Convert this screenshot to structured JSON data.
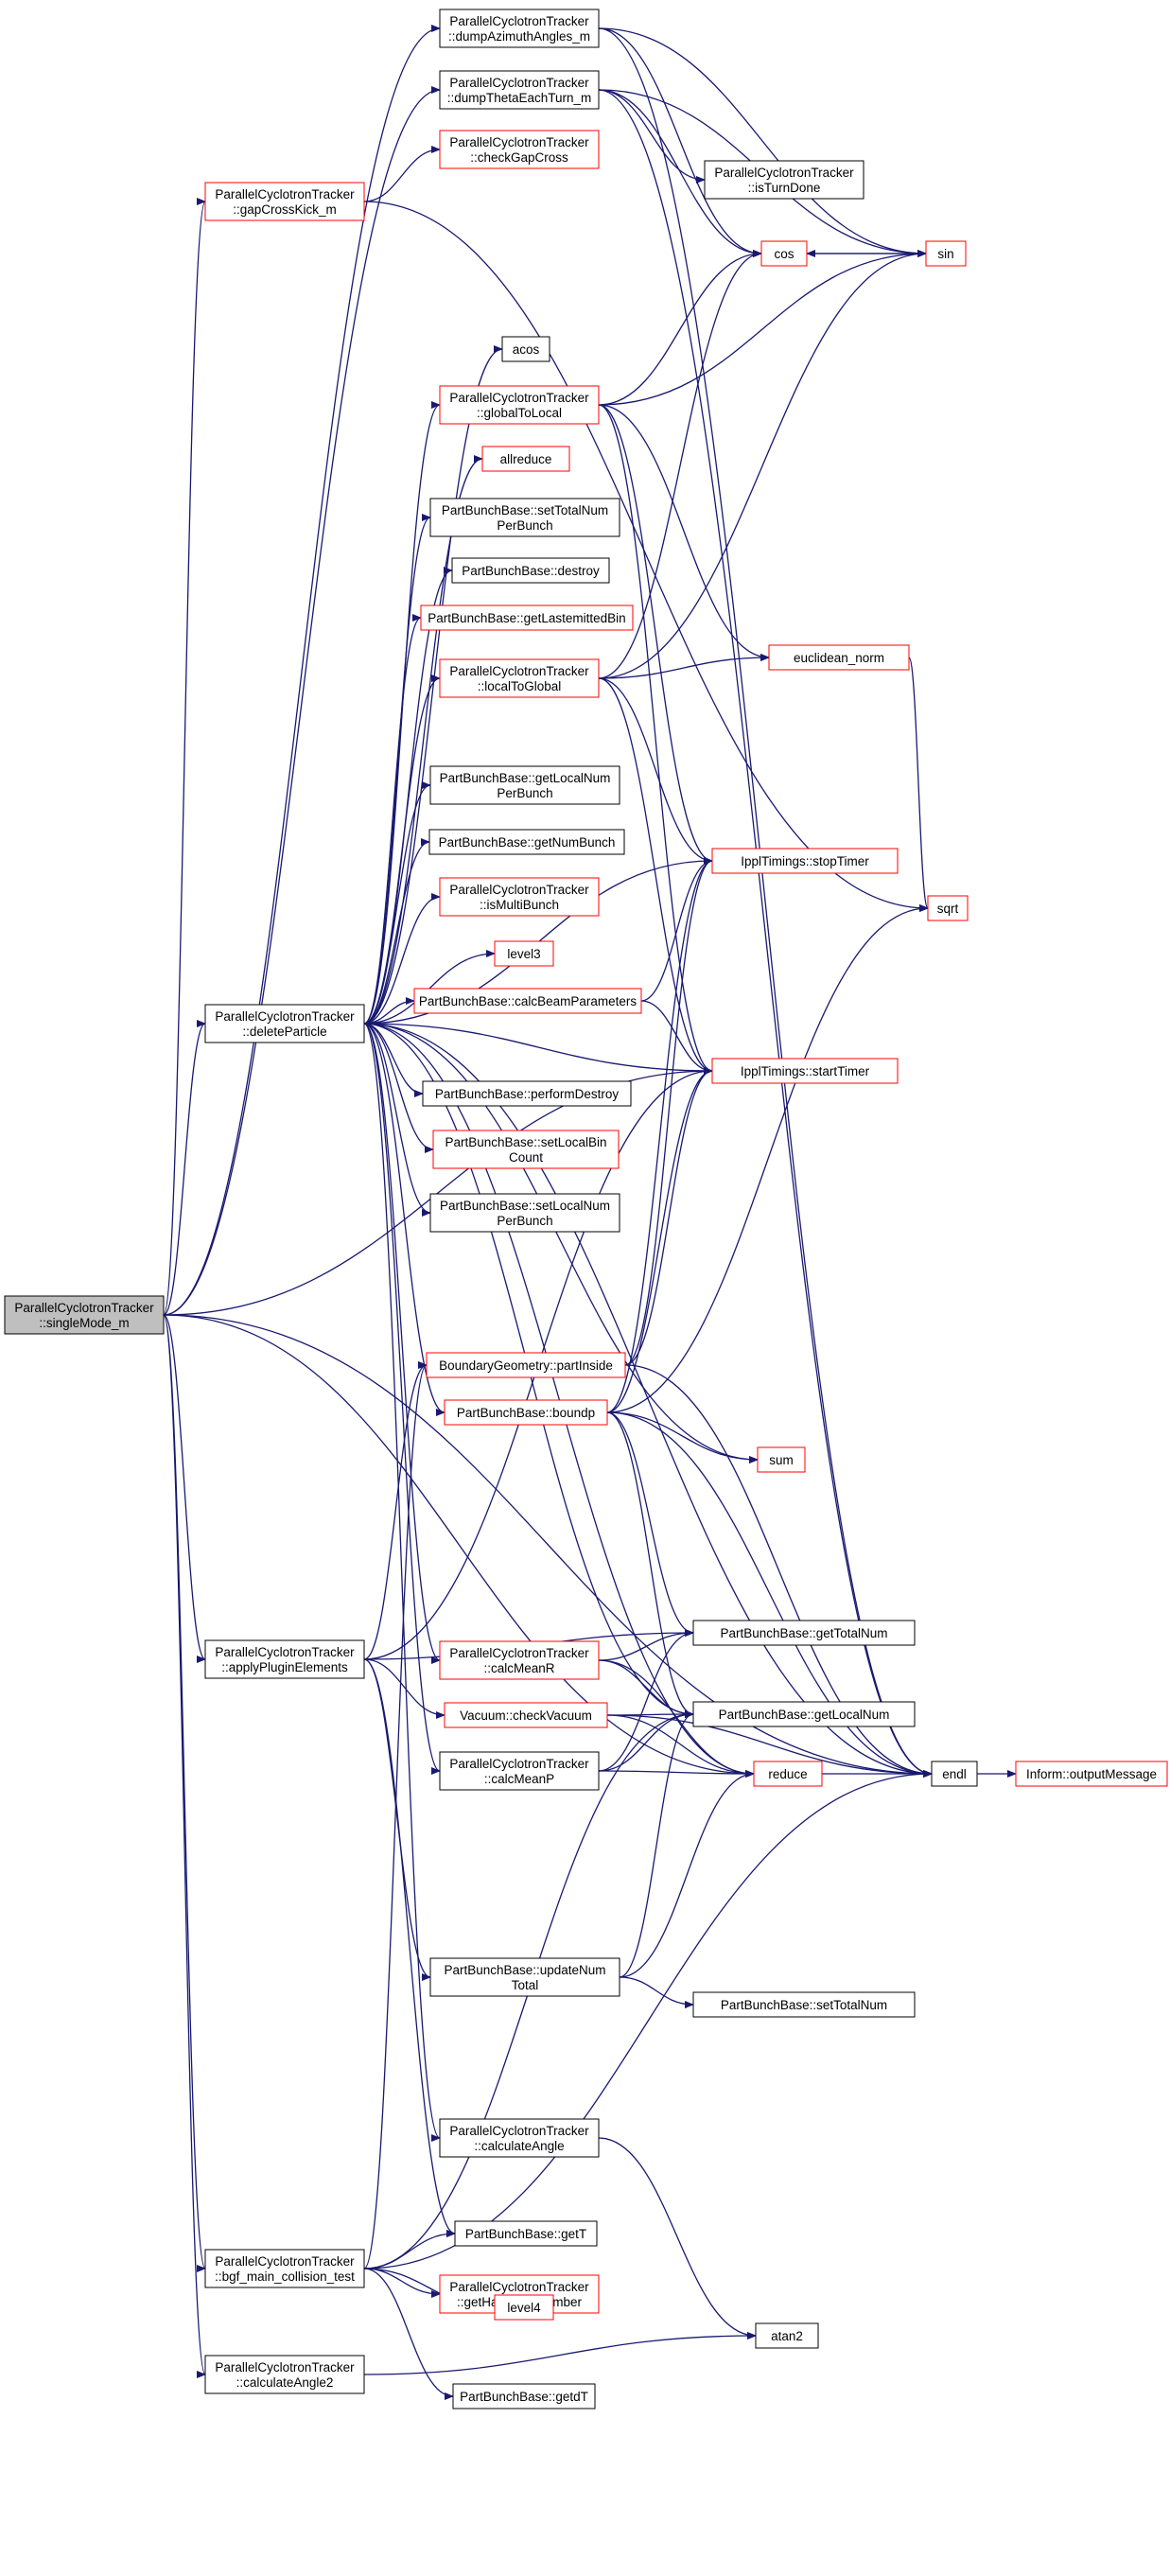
{
  "colors": {
    "edge": "#191970",
    "root_fill": "#bfbfbf",
    "node_fill": "#ffffff",
    "normal_border": "#000000",
    "truncated_border": "#ff0000",
    "text": "#000000"
  },
  "nodes": [
    {
      "id": "singleMode",
      "lines": [
        "ParallelCyclotronTracker",
        "::singleMode_m"
      ],
      "style": "root"
    },
    {
      "id": "deleteParticle",
      "lines": [
        "ParallelCyclotronTracker",
        "::deleteParticle"
      ],
      "style": "normal"
    },
    {
      "id": "applyPluginElements",
      "lines": [
        "ParallelCyclotronTracker",
        "::applyPluginElements"
      ],
      "style": "normal"
    },
    {
      "id": "bgf",
      "lines": [
        "ParallelCyclotronTracker",
        "::bgf_main_collision_test"
      ],
      "style": "normal"
    },
    {
      "id": "calculateAngle2",
      "lines": [
        "ParallelCyclotronTracker",
        "::calculateAngle2"
      ],
      "style": "normal"
    },
    {
      "id": "gapCrossKick",
      "lines": [
        "ParallelCyclotronTracker",
        "::gapCrossKick_m"
      ],
      "style": "truncated"
    },
    {
      "id": "dumpAzimuth",
      "lines": [
        "ParallelCyclotronTracker",
        "::dumpAzimuthAngles_m"
      ],
      "style": "normal"
    },
    {
      "id": "dumpTheta",
      "lines": [
        "ParallelCyclotronTracker",
        "::dumpThetaEachTurn_m"
      ],
      "style": "normal"
    },
    {
      "id": "checkGapCross",
      "lines": [
        "ParallelCyclotronTracker",
        "::checkGapCross"
      ],
      "style": "truncated"
    },
    {
      "id": "isTurnDone",
      "lines": [
        "ParallelCyclotronTracker",
        "::isTurnDone"
      ],
      "style": "normal"
    },
    {
      "id": "acos",
      "lines": [
        "acos"
      ],
      "style": "normal"
    },
    {
      "id": "globalToLocal",
      "lines": [
        "ParallelCyclotronTracker",
        "::globalToLocal"
      ],
      "style": "truncated"
    },
    {
      "id": "allreduce",
      "lines": [
        "allreduce"
      ],
      "style": "truncated"
    },
    {
      "id": "setTotalNumPerBunch",
      "lines": [
        "PartBunchBase::setTotalNum",
        "PerBunch"
      ],
      "style": "normal"
    },
    {
      "id": "destroy",
      "lines": [
        "PartBunchBase::destroy"
      ],
      "style": "normal"
    },
    {
      "id": "getLastemittedBin",
      "lines": [
        "PartBunchBase::getLastemittedBin"
      ],
      "style": "truncated"
    },
    {
      "id": "localToGlobal",
      "lines": [
        "ParallelCyclotronTracker",
        "::localToGlobal"
      ],
      "style": "truncated"
    },
    {
      "id": "getLocalNumPerBunch",
      "lines": [
        "PartBunchBase::getLocalNum",
        "PerBunch"
      ],
      "style": "normal"
    },
    {
      "id": "getNumBunch",
      "lines": [
        "PartBunchBase::getNumBunch"
      ],
      "style": "normal"
    },
    {
      "id": "isMultiBunch",
      "lines": [
        "ParallelCyclotronTracker",
        "::isMultiBunch"
      ],
      "style": "truncated"
    },
    {
      "id": "level3",
      "lines": [
        "level3"
      ],
      "style": "truncated"
    },
    {
      "id": "calcBeamParameters",
      "lines": [
        "PartBunchBase::calcBeamParameters"
      ],
      "style": "truncated"
    },
    {
      "id": "performDestroy",
      "lines": [
        "PartBunchBase::performDestroy"
      ],
      "style": "normal"
    },
    {
      "id": "setLocalBinCount",
      "lines": [
        "PartBunchBase::setLocalBin",
        "Count"
      ],
      "style": "truncated"
    },
    {
      "id": "setLocalNumPerBunch",
      "lines": [
        "PartBunchBase::setLocalNum",
        "PerBunch"
      ],
      "style": "normal"
    },
    {
      "id": "partInside",
      "lines": [
        "BoundaryGeometry::partInside"
      ],
      "style": "truncated"
    },
    {
      "id": "boundp",
      "lines": [
        "PartBunchBase::boundp"
      ],
      "style": "truncated"
    },
    {
      "id": "calcMeanR",
      "lines": [
        "ParallelCyclotronTracker",
        "::calcMeanR"
      ],
      "style": "truncated"
    },
    {
      "id": "checkVacuum",
      "lines": [
        "Vacuum::checkVacuum"
      ],
      "style": "truncated"
    },
    {
      "id": "calcMeanP",
      "lines": [
        "ParallelCyclotronTracker",
        "::calcMeanP"
      ],
      "style": "normal"
    },
    {
      "id": "updateNumTotal",
      "lines": [
        "PartBunchBase::updateNum",
        "Total"
      ],
      "style": "normal"
    },
    {
      "id": "calculateAngle",
      "lines": [
        "ParallelCyclotronTracker",
        "::calculateAngle"
      ],
      "style": "normal"
    },
    {
      "id": "getT",
      "lines": [
        "PartBunchBase::getT"
      ],
      "style": "normal"
    },
    {
      "id": "getHarmonicNumber",
      "lines": [
        "ParallelCyclotronTracker",
        "::getHarmonicNumber"
      ],
      "style": "truncated"
    },
    {
      "id": "level4",
      "lines": [
        "level4"
      ],
      "style": "truncated"
    },
    {
      "id": "getdT",
      "lines": [
        "PartBunchBase::getdT"
      ],
      "style": "normal"
    },
    {
      "id": "cos",
      "lines": [
        "cos"
      ],
      "style": "truncated"
    },
    {
      "id": "sin",
      "lines": [
        "sin"
      ],
      "style": "truncated"
    },
    {
      "id": "euclidean_norm",
      "lines": [
        "euclidean_norm"
      ],
      "style": "truncated"
    },
    {
      "id": "stopTimer",
      "lines": [
        "IpplTimings::stopTimer"
      ],
      "style": "truncated"
    },
    {
      "id": "startTimer",
      "lines": [
        "IpplTimings::startTimer"
      ],
      "style": "truncated"
    },
    {
      "id": "sqrt",
      "lines": [
        "sqrt"
      ],
      "style": "truncated"
    },
    {
      "id": "sum",
      "lines": [
        "sum"
      ],
      "style": "truncated"
    },
    {
      "id": "getTotalNum",
      "lines": [
        "PartBunchBase::getTotalNum"
      ],
      "style": "normal"
    },
    {
      "id": "getLocalNum",
      "lines": [
        "PartBunchBase::getLocalNum"
      ],
      "style": "normal"
    },
    {
      "id": "reduce",
      "lines": [
        "reduce"
      ],
      "style": "truncated"
    },
    {
      "id": "setTotalNum",
      "lines": [
        "PartBunchBase::setTotalNum"
      ],
      "style": "normal"
    },
    {
      "id": "atan2",
      "lines": [
        "atan2"
      ],
      "style": "normal"
    },
    {
      "id": "endl",
      "lines": [
        "endl"
      ],
      "style": "normal"
    },
    {
      "id": "outputMessage",
      "lines": [
        "Inform::outputMessage"
      ],
      "style": "truncated"
    }
  ],
  "edges": [
    [
      "singleMode",
      "dumpAzimuth"
    ],
    [
      "singleMode",
      "dumpTheta"
    ],
    [
      "singleMode",
      "gapCrossKick"
    ],
    [
      "singleMode",
      "deleteParticle"
    ],
    [
      "singleMode",
      "applyPluginElements"
    ],
    [
      "singleMode",
      "bgf"
    ],
    [
      "singleMode",
      "calculateAngle2"
    ],
    [
      "singleMode",
      "startTimer"
    ],
    [
      "singleMode",
      "reduce"
    ],
    [
      "singleMode",
      "endl"
    ],
    [
      "gapCrossKick",
      "checkGapCross"
    ],
    [
      "gapCrossKick",
      "sqrt"
    ],
    [
      "dumpAzimuth",
      "sin"
    ],
    [
      "dumpAzimuth",
      "cos"
    ],
    [
      "dumpAzimuth",
      "endl"
    ],
    [
      "dumpTheta",
      "isTurnDone"
    ],
    [
      "dumpTheta",
      "cos"
    ],
    [
      "dumpTheta",
      "sin"
    ],
    [
      "dumpTheta",
      "endl"
    ],
    [
      "deleteParticle",
      "acos"
    ],
    [
      "deleteParticle",
      "globalToLocal"
    ],
    [
      "deleteParticle",
      "allreduce"
    ],
    [
      "deleteParticle",
      "setTotalNumPerBunch"
    ],
    [
      "deleteParticle",
      "destroy"
    ],
    [
      "deleteParticle",
      "getLastemittedBin"
    ],
    [
      "deleteParticle",
      "localToGlobal"
    ],
    [
      "deleteParticle",
      "getLocalNumPerBunch"
    ],
    [
      "deleteParticle",
      "getNumBunch"
    ],
    [
      "deleteParticle",
      "isMultiBunch"
    ],
    [
      "deleteParticle",
      "level3"
    ],
    [
      "deleteParticle",
      "calcBeamParameters"
    ],
    [
      "deleteParticle",
      "performDestroy"
    ],
    [
      "deleteParticle",
      "setLocalBinCount"
    ],
    [
      "deleteParticle",
      "setLocalNumPerBunch"
    ],
    [
      "deleteParticle",
      "boundp"
    ],
    [
      "deleteParticle",
      "calcMeanR"
    ],
    [
      "deleteParticle",
      "calcMeanP"
    ],
    [
      "deleteParticle",
      "calculateAngle"
    ],
    [
      "deleteParticle",
      "stopTimer"
    ],
    [
      "deleteParticle",
      "startTimer"
    ],
    [
      "deleteParticle",
      "sum"
    ],
    [
      "deleteParticle",
      "getLocalNum"
    ],
    [
      "deleteParticle",
      "reduce"
    ],
    [
      "deleteParticle",
      "endl"
    ],
    [
      "globalToLocal",
      "cos"
    ],
    [
      "globalToLocal",
      "sin"
    ],
    [
      "globalToLocal",
      "euclidean_norm"
    ],
    [
      "globalToLocal",
      "stopTimer"
    ],
    [
      "globalToLocal",
      "startTimer"
    ],
    [
      "localToGlobal",
      "cos"
    ],
    [
      "localToGlobal",
      "sin"
    ],
    [
      "localToGlobal",
      "euclidean_norm"
    ],
    [
      "localToGlobal",
      "stopTimer"
    ],
    [
      "localToGlobal",
      "startTimer"
    ],
    [
      "calcBeamParameters",
      "stopTimer"
    ],
    [
      "calcBeamParameters",
      "startTimer"
    ],
    [
      "applyPluginElements",
      "partInside"
    ],
    [
      "applyPluginElements",
      "checkVacuum"
    ],
    [
      "applyPluginElements",
      "updateNumTotal"
    ],
    [
      "applyPluginElements",
      "getT"
    ],
    [
      "applyPluginElements",
      "getTotalNum"
    ],
    [
      "applyPluginElements",
      "startTimer"
    ],
    [
      "partInside",
      "stopTimer"
    ],
    [
      "partInside",
      "startTimer"
    ],
    [
      "partInside",
      "endl"
    ],
    [
      "boundp",
      "stopTimer"
    ],
    [
      "boundp",
      "startTimer"
    ],
    [
      "boundp",
      "sqrt"
    ],
    [
      "boundp",
      "sum"
    ],
    [
      "boundp",
      "getTotalNum"
    ],
    [
      "boundp",
      "getLocalNum"
    ],
    [
      "boundp",
      "endl"
    ],
    [
      "calcMeanR",
      "getTotalNum"
    ],
    [
      "calcMeanR",
      "getLocalNum"
    ],
    [
      "calcMeanR",
      "reduce"
    ],
    [
      "checkVacuum",
      "getLocalNum"
    ],
    [
      "checkVacuum",
      "reduce"
    ],
    [
      "checkVacuum",
      "endl"
    ],
    [
      "calcMeanP",
      "getTotalNum"
    ],
    [
      "calcMeanP",
      "getLocalNum"
    ],
    [
      "calcMeanP",
      "reduce"
    ],
    [
      "updateNumTotal",
      "setTotalNum"
    ],
    [
      "updateNumTotal",
      "reduce"
    ],
    [
      "updateNumTotal",
      "getLocalNum"
    ],
    [
      "calculateAngle",
      "atan2"
    ],
    [
      "bgf",
      "getT"
    ],
    [
      "bgf",
      "getHarmonicNumber"
    ],
    [
      "bgf",
      "level4"
    ],
    [
      "bgf",
      "getdT"
    ],
    [
      "bgf",
      "getLocalNum"
    ],
    [
      "bgf",
      "partInside"
    ],
    [
      "bgf",
      "endl"
    ],
    [
      "calculateAngle2",
      "atan2"
    ],
    [
      "cos",
      "sin"
    ],
    [
      "sin",
      "cos"
    ],
    [
      "euclidean_norm",
      "sqrt"
    ],
    [
      "reduce",
      "endl"
    ],
    [
      "endl",
      "outputMessage"
    ]
  ]
}
